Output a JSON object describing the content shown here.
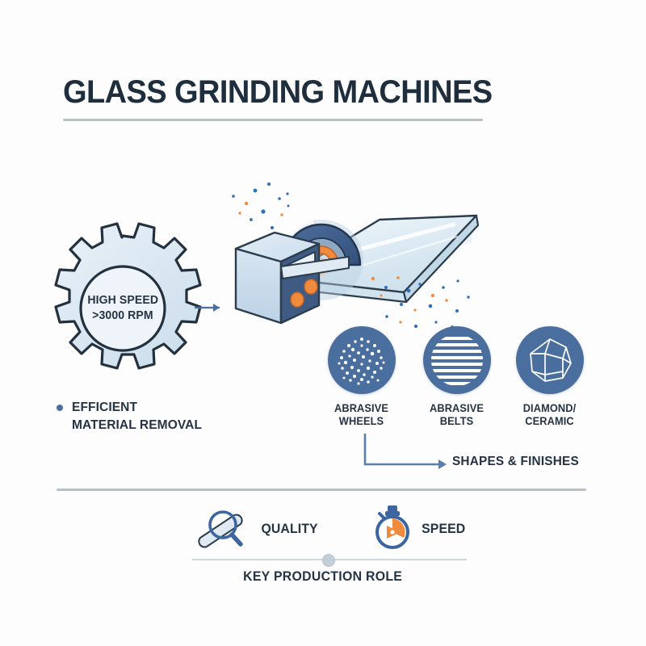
{
  "page": {
    "background_color": "#fdfdfe",
    "title": "GLASS GRINDING MACHINES",
    "accent_blue": "#4a6e9e",
    "accent_orange": "#f08a3c",
    "dark_navy": "#253344",
    "rule_gray": "#b7c0c8"
  },
  "gear": {
    "name": "high-speed-gear",
    "line1": "HIGH SPEED",
    "line2": ">3000 RPM",
    "fill": "#dce7f0",
    "stroke": "#23313f"
  },
  "flow_arrow": {
    "name": "gear-to-machine-arrow",
    "color": "#4a6e9e"
  },
  "illustration": {
    "name": "glass-grinding-machine-illustration",
    "machine_body_color": "#3f5b84",
    "machine_top_color": "#d4e2ee",
    "glass_color": "#e2eef5",
    "wheel_outer_color": "#415d87",
    "wheel_core_color": "#f08a3c",
    "button_color": "#f08a3c",
    "spark_colors": [
      "#f08a3c",
      "#2f6fb5"
    ]
  },
  "bullet": {
    "name": "efficient-material-removal",
    "line1": "EFFICIENT",
    "line2": "MATERIAL REMOVAL",
    "dot_color": "#4a6e9e"
  },
  "materials": {
    "circle_color": "#4a6e9e",
    "items": [
      {
        "icon": "speckled-dots-icon",
        "line1": "ABRASIVE",
        "line2": "WHEELS"
      },
      {
        "icon": "horizontal-stripes-icon",
        "line1": "ABRASIVE",
        "line2": "BELTS"
      },
      {
        "icon": "gem-crystal-icon",
        "line1": "DIAMOND/",
        "line2": "CERAMIC"
      }
    ]
  },
  "shapes_finishes": {
    "name": "shapes-and-finishes",
    "label": "SHAPES & FINISHES",
    "connector_color": "#5b7fad"
  },
  "features": [
    {
      "icon": "magnifier-glass-icon",
      "label": "QUALITY"
    },
    {
      "icon": "stopwatch-icon",
      "label": "SPEED"
    }
  ],
  "footer": {
    "name": "key-production-role",
    "label": "KEY PRODUCTION ROLE",
    "line_color": "#cfd6dc",
    "dot_color": "#c3ced9"
  }
}
